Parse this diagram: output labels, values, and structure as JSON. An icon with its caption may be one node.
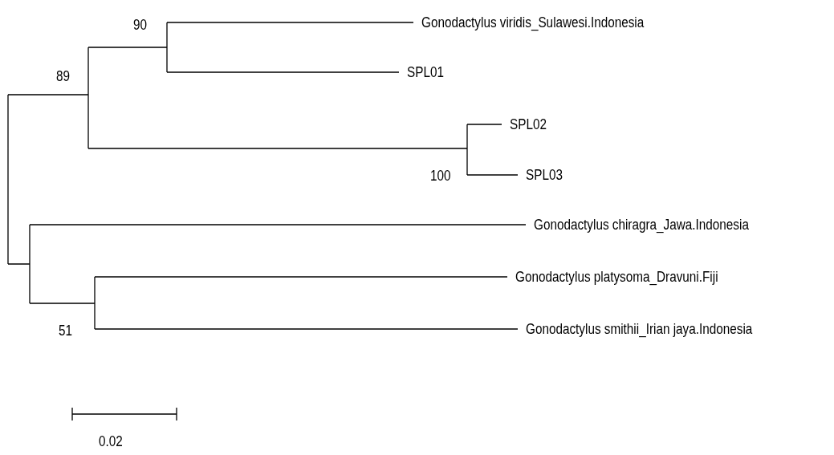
{
  "diagram": {
    "nodes": [
      {
        "text": [
          "Gonodactylus viridis_Sulawesi.Indonesia"
        ]
      },
      {
        "text": [
          "SPL01"
        ]
      },
      {
        "text": [
          "SPL02"
        ]
      },
      {
        "text": [
          "SPL03"
        ]
      },
      {
        "text": [
          "Gonodactylus chiragra_Jawa.Indonesia"
        ]
      },
      {
        "text": [
          "Gonodactylus platysoma_Dravuni.Fiji"
        ]
      },
      {
        "text": [
          "Gonodactylus smithii_Irian jaya.Indonesia"
        ]
      }
    ],
    "edges": [
      {
        "from": null,
        "to": 0,
        "arrow": "none"
      },
      {
        "from": null,
        "to": 1,
        "arrow": "none"
      },
      {
        "from": null,
        "to": 2,
        "arrow": "none"
      },
      {
        "from": null,
        "to": 3,
        "arrow": "none"
      },
      {
        "from": null,
        "to": 4,
        "arrow": "none"
      },
      {
        "from": null,
        "to": 5,
        "arrow": "none"
      },
      {
        "from": null,
        "to": 6,
        "arrow": "none"
      }
    ],
    "labels": [
      "90",
      "89",
      "100",
      "51",
      "0.02"
    ]
  }
}
